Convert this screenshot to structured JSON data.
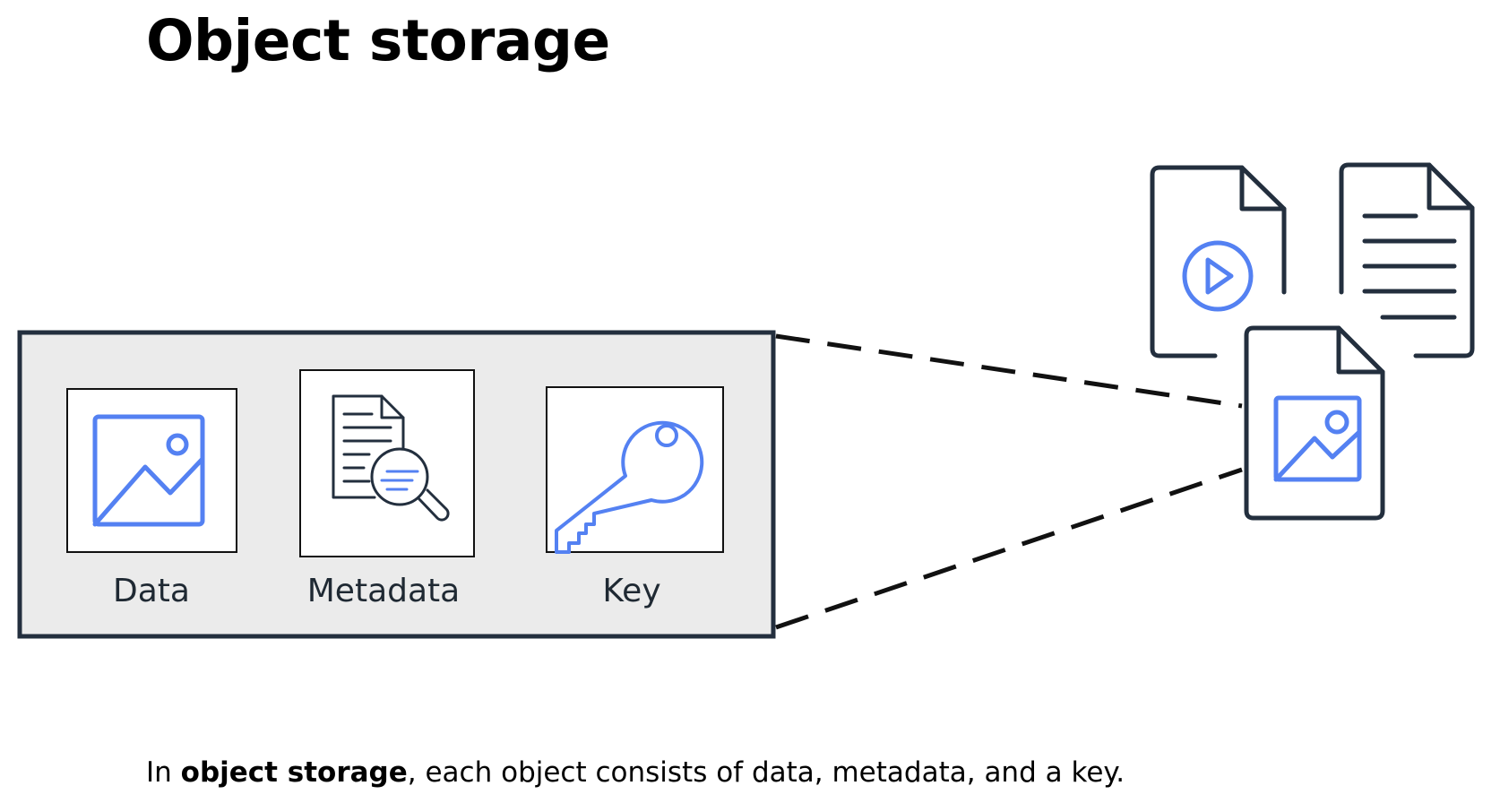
{
  "title": "Object storage",
  "object": {
    "components": [
      {
        "label": "Data",
        "icon": "image-icon"
      },
      {
        "label": "Metadata",
        "icon": "document-search-icon"
      },
      {
        "label": "Key",
        "icon": "key-icon"
      }
    ]
  },
  "files": [
    {
      "icon": "video-file-icon"
    },
    {
      "icon": "text-file-icon"
    },
    {
      "icon": "image-file-icon"
    }
  ],
  "caption": {
    "prefix": "In ",
    "bold": "object storage",
    "suffix": ", each object consists of data, metadata, and a key."
  },
  "colors": {
    "accent": "#5481f2",
    "outline": "#232f3e",
    "panel": "#ebebeb"
  }
}
